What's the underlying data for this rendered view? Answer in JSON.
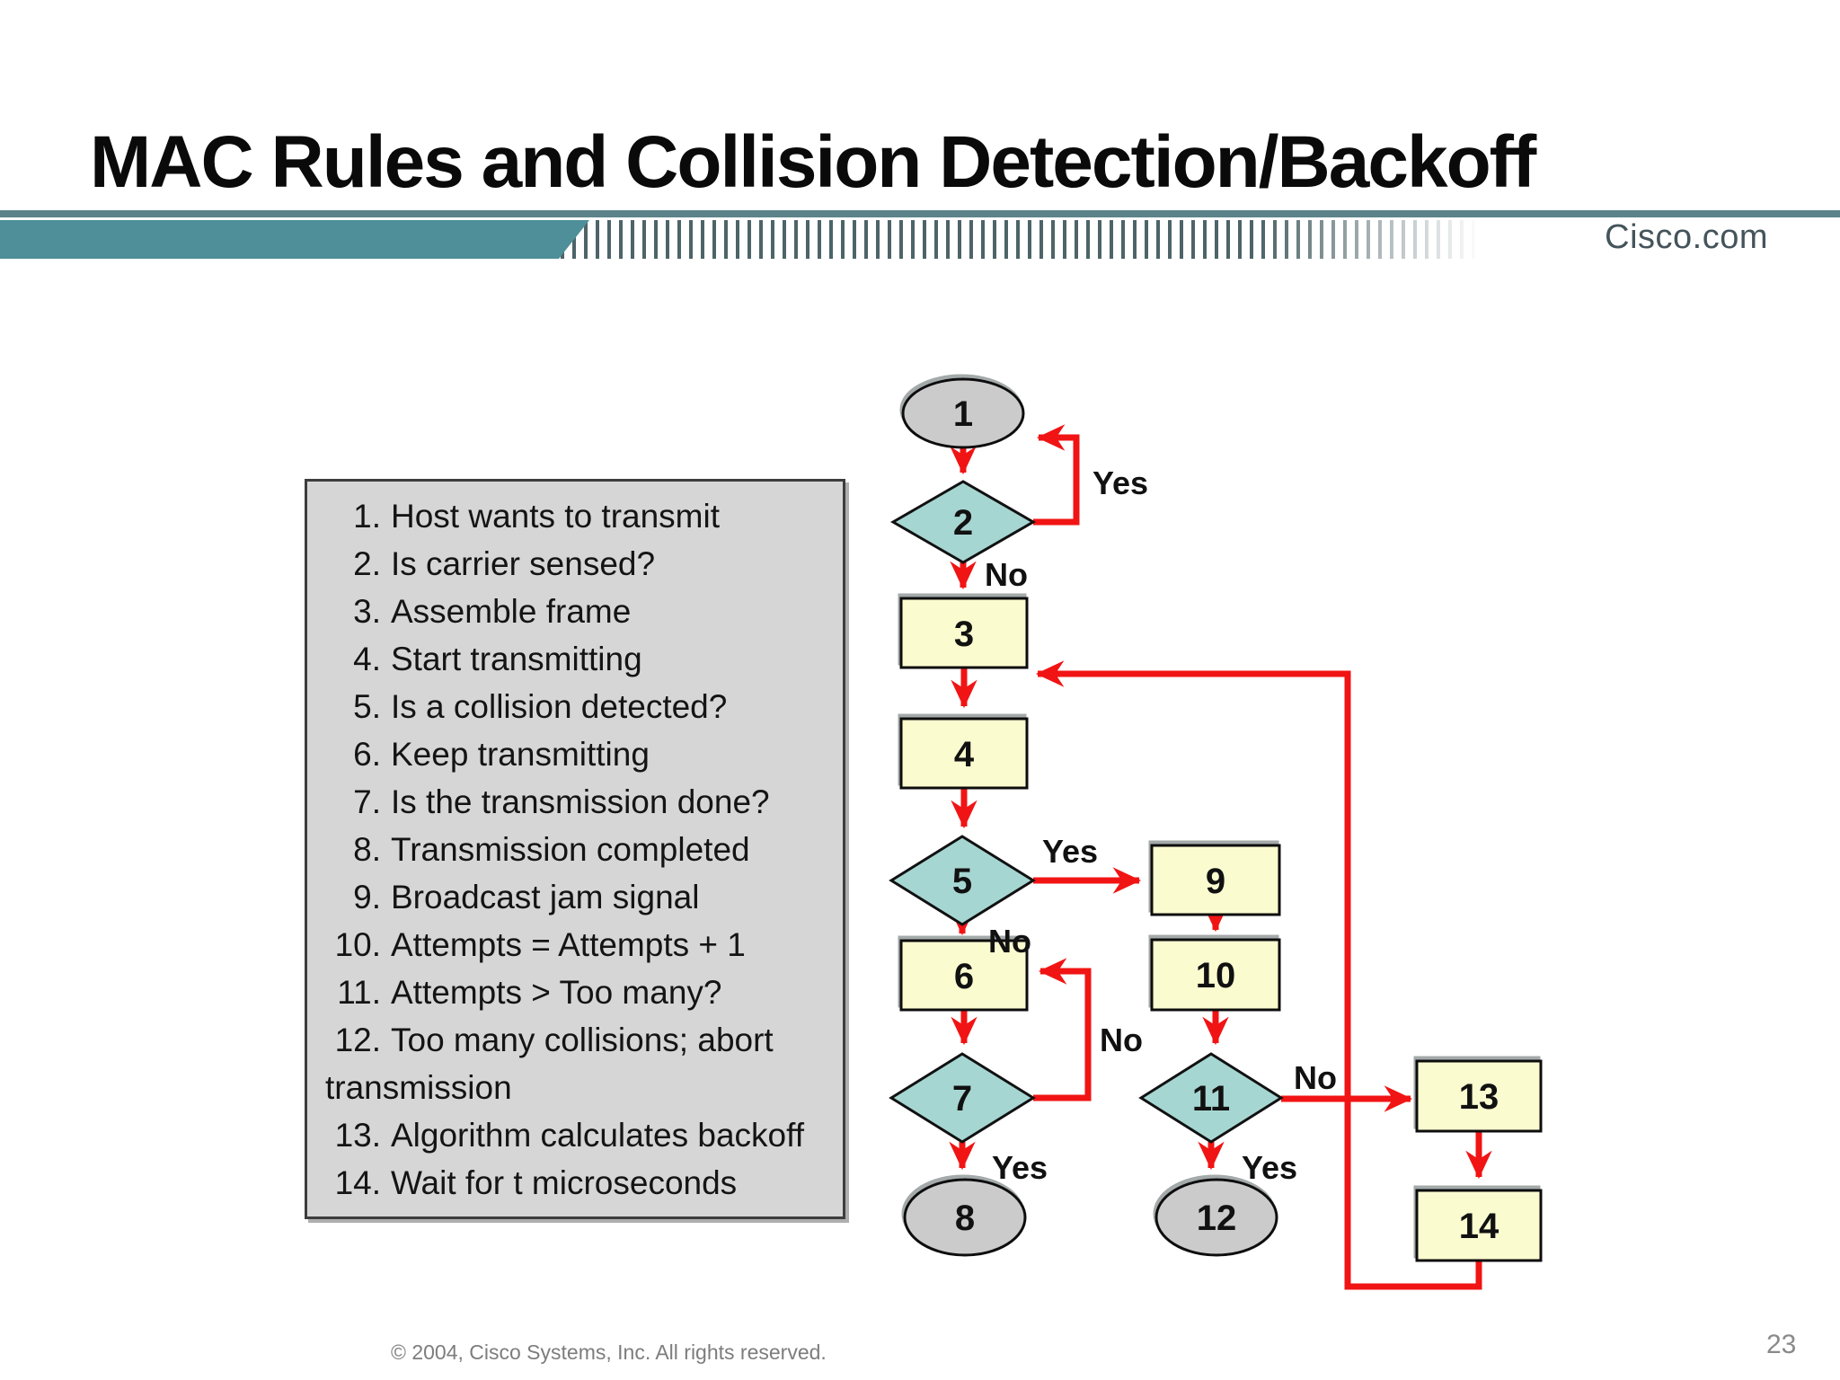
{
  "slide": {
    "title": "MAC Rules and Collision Detection/Backoff",
    "brand": "Cisco.com",
    "footer_copyright": "© 2004, Cisco Systems, Inc. All rights reserved.",
    "page_number": "23"
  },
  "legend": {
    "items": [
      {
        "num": "1.",
        "text": "Host wants to transmit"
      },
      {
        "num": "2.",
        "text": "Is carrier sensed?"
      },
      {
        "num": "3.",
        "text": "Assemble frame"
      },
      {
        "num": "4.",
        "text": "Start transmitting"
      },
      {
        "num": "5.",
        "text": "Is a collision detected?"
      },
      {
        "num": "6.",
        "text": "Keep transmitting"
      },
      {
        "num": "7.",
        "text": "Is the transmission done?"
      },
      {
        "num": "8.",
        "text": "Transmission completed"
      },
      {
        "num": "9.",
        "text": "Broadcast jam signal"
      },
      {
        "num": "10.",
        "text": "Attempts = Attempts + 1"
      },
      {
        "num": "11.",
        "text": "Attempts > Too many?"
      },
      {
        "num": "12.",
        "text": "Too many collisions; abort transmission"
      },
      {
        "num": "13.",
        "text": "Algorithm calculates backoff"
      },
      {
        "num": "14.",
        "text": "Wait for t microseconds"
      }
    ]
  },
  "flowchart": {
    "nodes": [
      {
        "id": "1",
        "shape": "ellipse",
        "label": "1"
      },
      {
        "id": "2",
        "shape": "diamond",
        "label": "2"
      },
      {
        "id": "3",
        "shape": "rect",
        "label": "3"
      },
      {
        "id": "4",
        "shape": "rect",
        "label": "4"
      },
      {
        "id": "5",
        "shape": "diamond",
        "label": "5"
      },
      {
        "id": "6",
        "shape": "rect",
        "label": "6"
      },
      {
        "id": "7",
        "shape": "diamond",
        "label": "7"
      },
      {
        "id": "8",
        "shape": "ellipse",
        "label": "8"
      },
      {
        "id": "9",
        "shape": "rect",
        "label": "9"
      },
      {
        "id": "10",
        "shape": "rect",
        "label": "10"
      },
      {
        "id": "11",
        "shape": "diamond",
        "label": "11"
      },
      {
        "id": "12",
        "shape": "ellipse",
        "label": "12"
      },
      {
        "id": "13",
        "shape": "rect",
        "label": "13"
      },
      {
        "id": "14",
        "shape": "rect",
        "label": "14"
      }
    ],
    "decision_labels": {
      "yes": "Yes",
      "no": "No"
    },
    "edges": [
      {
        "from": "1",
        "to": "2",
        "label": ""
      },
      {
        "from": "2",
        "to": "1",
        "label": "Yes"
      },
      {
        "from": "2",
        "to": "3",
        "label": "No"
      },
      {
        "from": "3",
        "to": "4",
        "label": ""
      },
      {
        "from": "4",
        "to": "5",
        "label": ""
      },
      {
        "from": "5",
        "to": "9",
        "label": "Yes"
      },
      {
        "from": "5",
        "to": "6",
        "label": "No"
      },
      {
        "from": "6",
        "to": "7",
        "label": ""
      },
      {
        "from": "7",
        "to": "6",
        "label": "No"
      },
      {
        "from": "7",
        "to": "8",
        "label": "Yes"
      },
      {
        "from": "9",
        "to": "10",
        "label": ""
      },
      {
        "from": "10",
        "to": "11",
        "label": ""
      },
      {
        "from": "11",
        "to": "12",
        "label": "Yes"
      },
      {
        "from": "11",
        "to": "13",
        "label": "No"
      },
      {
        "from": "13",
        "to": "14",
        "label": ""
      },
      {
        "from": "14",
        "to": "3",
        "label": ""
      }
    ]
  },
  "colors": {
    "banner_teal": "#4e8f99",
    "banner_thin_line": "#5b8389",
    "process_fill": "#fbfbd0",
    "decision_fill": "#a6d6d2",
    "terminal_fill": "#cbcbcb",
    "connector_red": "#f11414",
    "legend_bg": "#d6d6d6"
  }
}
